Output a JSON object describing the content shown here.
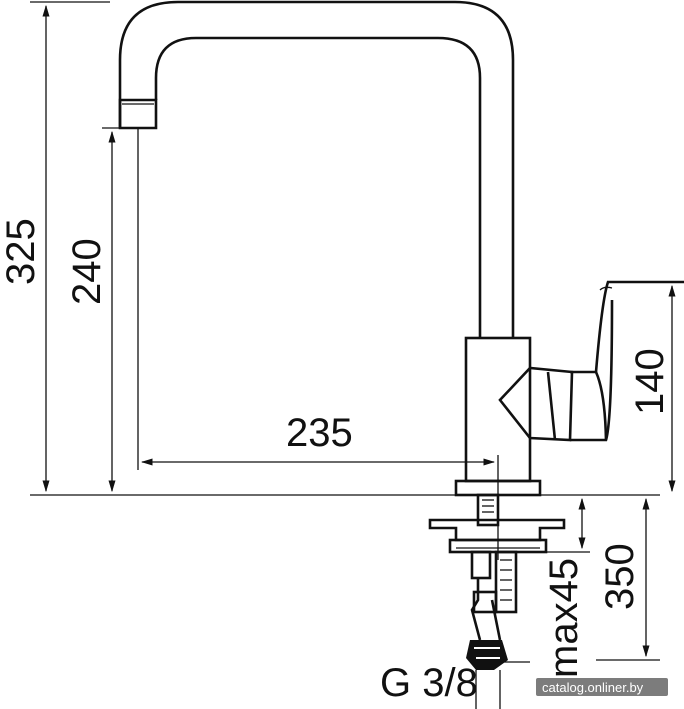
{
  "dimensions": {
    "total_height": "325",
    "spout_height": "240",
    "reach": "235",
    "handle_height": "140",
    "hose_length": "350",
    "max_deck": "max45",
    "connection": "G 3/8"
  },
  "watermark": "catalog.onliner.by"
}
